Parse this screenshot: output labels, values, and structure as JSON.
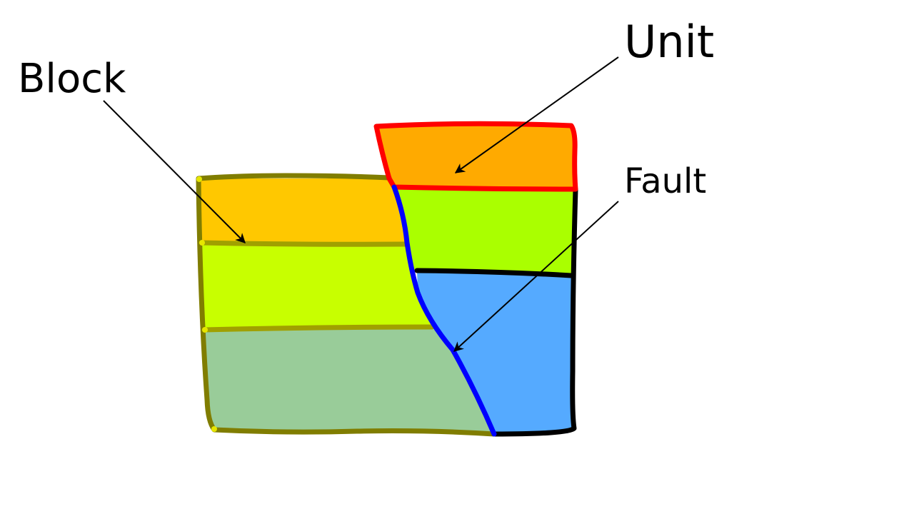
{
  "labels": {
    "block": "Block",
    "unit": "Unit",
    "fault": "Fault"
  },
  "colors": {
    "left_top_layer": "#ffc800",
    "left_middle_layer": "#c8ff00",
    "left_bottom_layer": "#99cc99",
    "right_top_unit": "#ffaa00",
    "right_middle_layer": "#aaff00",
    "right_bottom_layer": "#55aaff",
    "block_outline": "#807d00",
    "block_divider": "#a0a000",
    "unit_outline": "#ff0000",
    "fault_line": "#0000ff",
    "right_outline": "#000000",
    "vertex_dot": "#e6e600"
  }
}
